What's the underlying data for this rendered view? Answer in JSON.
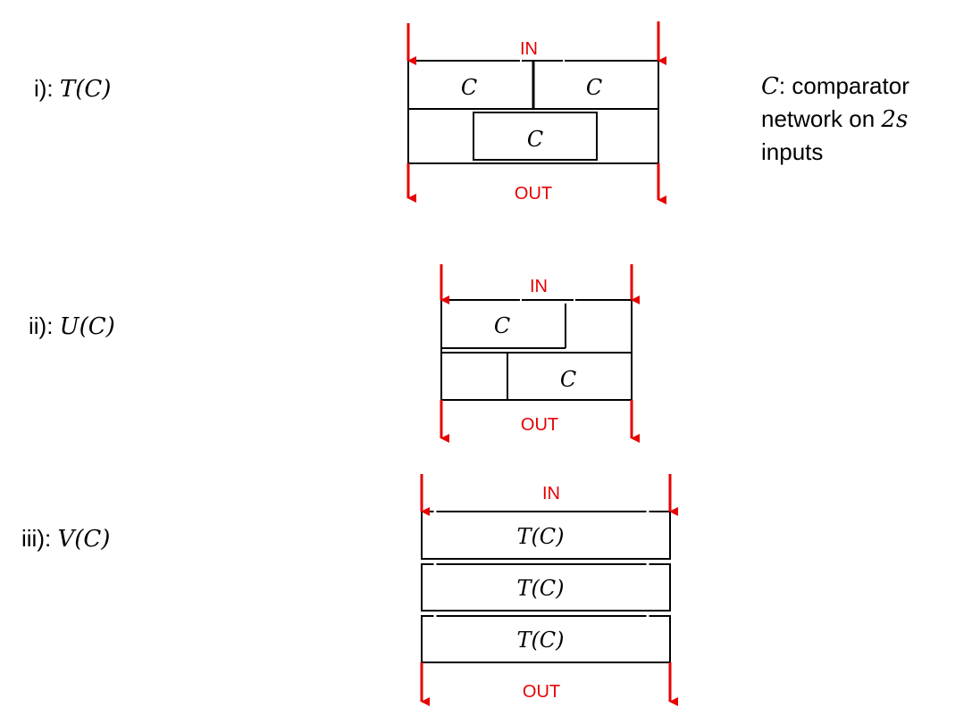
{
  "rows": [
    {
      "label_prefix": "i): ",
      "label_math": "T(C)"
    },
    {
      "label_prefix": "ii): ",
      "label_math": "U(C)"
    },
    {
      "label_prefix": "iii): ",
      "label_math": "V(C)"
    }
  ],
  "note": {
    "symbol": "C",
    "line1_rest": ": comparator",
    "line2_prefix": "network on ",
    "line2_math": "2s",
    "line3": "inputs"
  },
  "io": {
    "in": "IN",
    "out": "OUT"
  },
  "boxes": {
    "c": "C",
    "t": "T(C)"
  },
  "colors": {
    "arrow": "#e60000",
    "line": "#000000"
  }
}
